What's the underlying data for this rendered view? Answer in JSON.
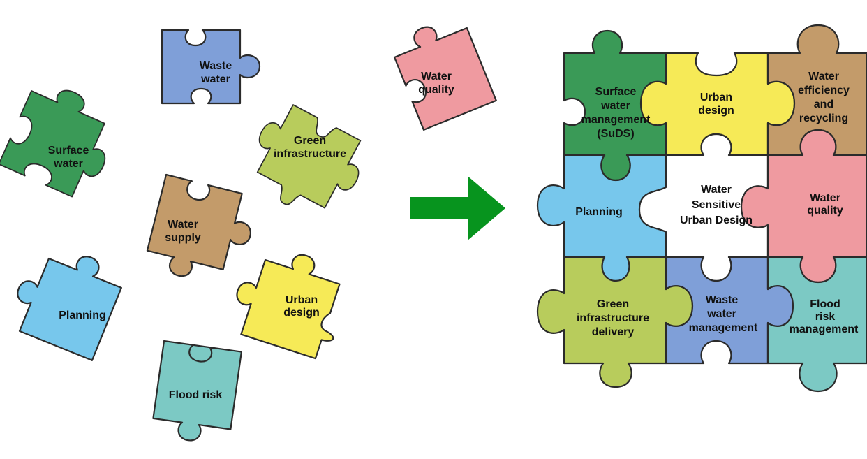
{
  "colors": {
    "green_dark": "#3a9a57",
    "blue_steel": "#7f9fd8",
    "pink": "#ef9aa0",
    "green_lime": "#b8cc5c",
    "tan": "#c39b6a",
    "sky": "#77c7ec",
    "yellow": "#f6ea57",
    "teal": "#7cc9c4",
    "arrow": "#07941e",
    "white": "#ffffff"
  },
  "scattered": {
    "surface_water": [
      "Surface",
      "water"
    ],
    "waste_water": [
      "Waste",
      "water"
    ],
    "water_quality": [
      "Water",
      "quality"
    ],
    "green_infrastructure": [
      "Green",
      "infrastructure"
    ],
    "water_supply": [
      "Water",
      "supply"
    ],
    "planning": [
      "Planning"
    ],
    "urban_design": [
      "Urban",
      "design"
    ],
    "flood_risk": [
      "Flood risk"
    ]
  },
  "assembled": {
    "surface_water_management": [
      "Surface",
      "water",
      "management",
      "(SuDS)"
    ],
    "urban_design": [
      "Urban",
      "design"
    ],
    "water_efficiency": [
      "Water",
      "efficiency",
      "and",
      "recycling"
    ],
    "planning": [
      "Planning"
    ],
    "center": [
      "Water",
      "Sensitive",
      "Urban Design"
    ],
    "water_quality": [
      "Water",
      "quality"
    ],
    "green_infrastructure_delivery": [
      "Green",
      "infrastructure",
      "delivery"
    ],
    "waste_water_management": [
      "Waste",
      "water",
      "management"
    ],
    "flood_risk_management": [
      "Flood",
      "risk",
      "management"
    ]
  }
}
